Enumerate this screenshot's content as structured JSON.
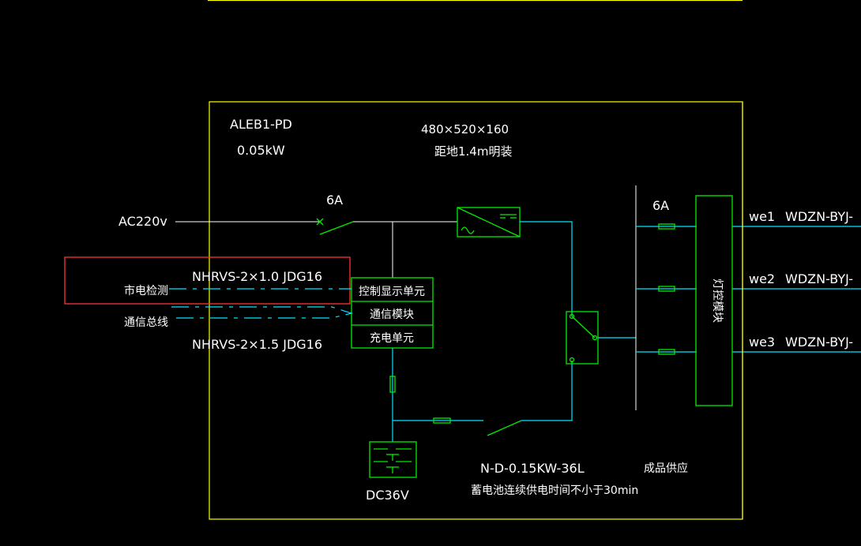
{
  "panel": {
    "name": "ALEB1-PD",
    "power": "0.05kW",
    "size": "480×520×160",
    "mount": "距地1.4m明装"
  },
  "input": {
    "supply": "AC220v",
    "breaker": "6A"
  },
  "signals": {
    "mains_detect": "市电检测",
    "comm_bus": "通信总线",
    "cable1": "NHRVS-2×1.0 JDG16",
    "cable2": "NHRVS-2×1.5 JDG16"
  },
  "control_box": [
    "控制显示单元",
    "通信模块",
    "充电单元"
  ],
  "battery": {
    "label": "DC36V",
    "model": "N-D-0.15KW-36L",
    "note": "蓄电池连续供电时间不小于30min"
  },
  "outputs": {
    "breaker": "6A",
    "module": "灯控模块",
    "supply_note": "成品供应",
    "circuits": [
      {
        "id": "we1",
        "cable": "WDZN-BYJ-"
      },
      {
        "id": "we2",
        "cable": "WDZN-BYJ-"
      },
      {
        "id": "we3",
        "cable": "WDZN-BYJ-"
      }
    ]
  },
  "colors": {
    "frame": "#ffff00",
    "wire": "#00e5ff",
    "symbol": "#00ee00",
    "highlight": "#ff3333"
  }
}
